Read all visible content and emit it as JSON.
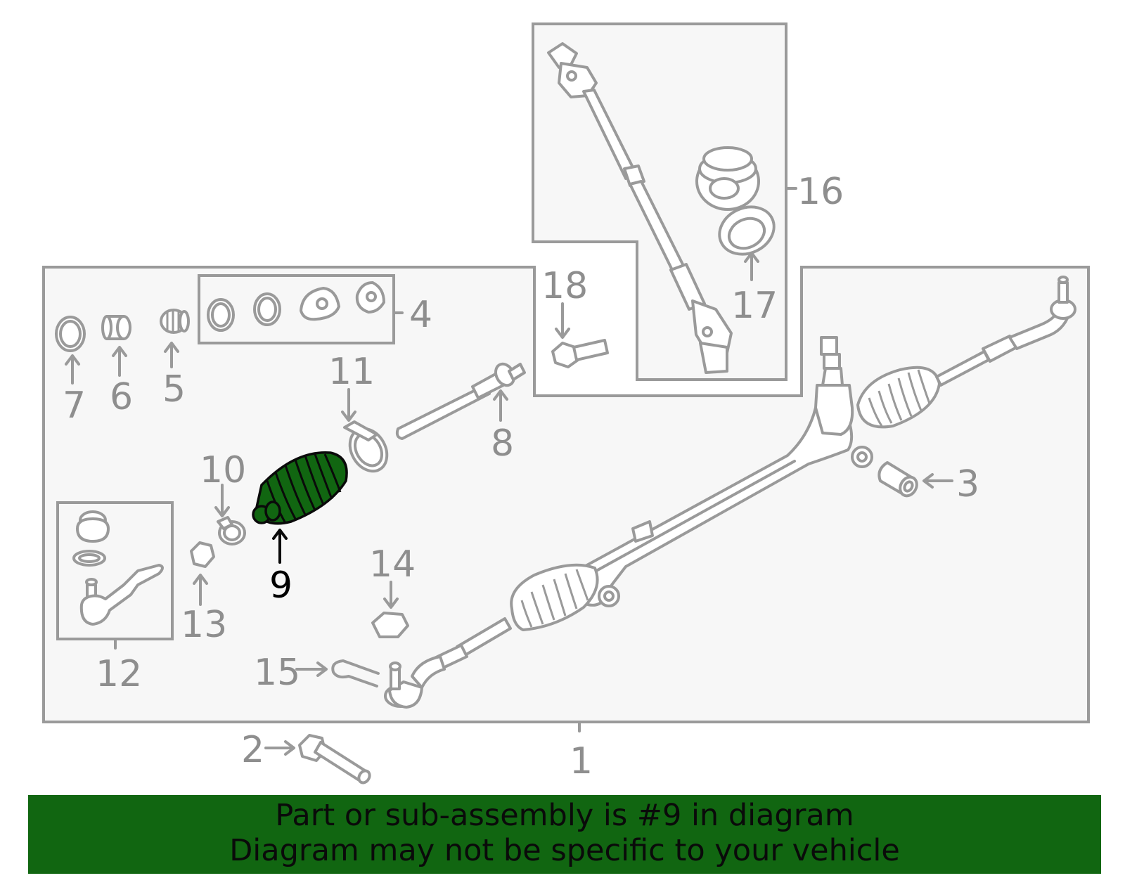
{
  "diagram": {
    "callouts": [
      "1",
      "2",
      "3",
      "4",
      "5",
      "6",
      "7",
      "8",
      "9",
      "10",
      "11",
      "12",
      "13",
      "14",
      "15",
      "16",
      "17",
      "18"
    ],
    "highlighted_callout": "9",
    "highlight_color": "#116611",
    "line_color": "#9a9a9a",
    "background_color": "#f7f7f7",
    "icons": [
      "steering-rack-icon",
      "steering-shaft-icon",
      "bellows-boot-icon",
      "tie-rod-end-icon",
      "inner-tie-rod-icon",
      "bolt-icon",
      "nut-icon",
      "clamp-icon",
      "cotter-pin-icon",
      "bushing-icon",
      "seal-icon"
    ]
  },
  "banner": {
    "line1": "Part or sub-assembly is #9 in diagram",
    "line2": "Diagram may not be specific to your vehicle",
    "background_color": "#116611"
  }
}
